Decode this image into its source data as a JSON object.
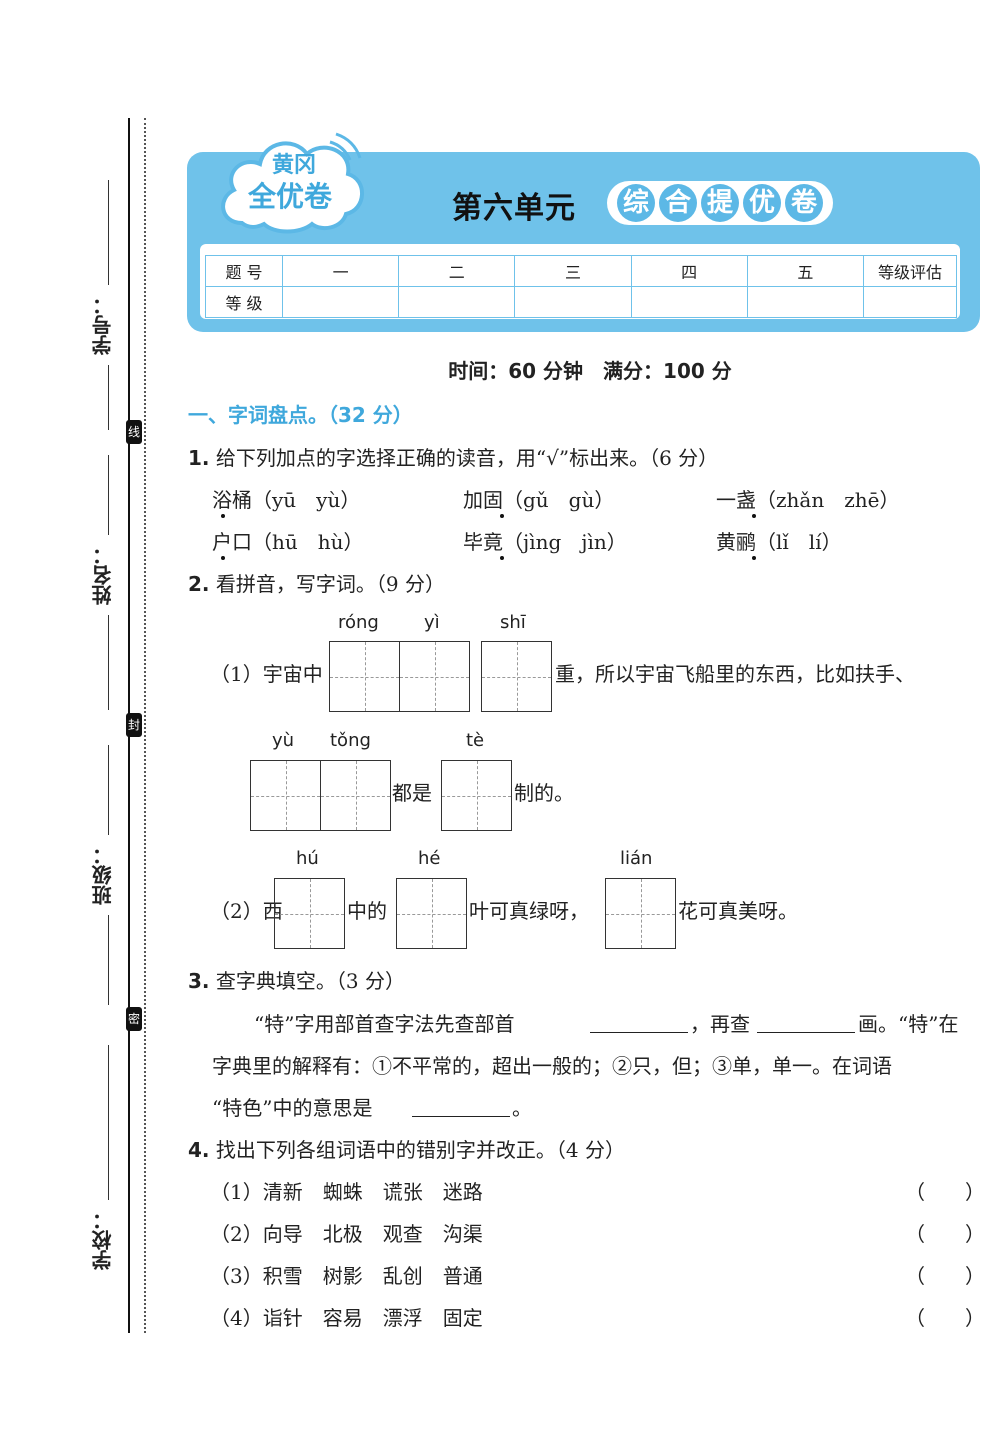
{
  "side": {
    "student_id": "学号：",
    "name": "姓名：",
    "class": "班级：",
    "school": "学校：",
    "seal_line": "线",
    "seal_seal": "封",
    "seal_secret": "密"
  },
  "brand": {
    "line1": "黄冈",
    "line2": "全优卷"
  },
  "header": {
    "unit": "第六单元",
    "badge": [
      "综",
      "合",
      "提",
      "优",
      "卷"
    ],
    "colors": {
      "banner": "#6fc2ea",
      "badge_circle": "#5cb8e6",
      "section_title": "#3fa8dc"
    }
  },
  "score_table": {
    "row1": [
      "题  号",
      "一",
      "二",
      "三",
      "四",
      "五",
      "等级评估"
    ],
    "row2": [
      "等  级",
      "",
      "",
      "",
      "",
      "",
      ""
    ]
  },
  "meta": "时间：60 分钟　满分：100 分",
  "section1": "一、字词盘点。（32 分）",
  "q1": {
    "title_num": "1.",
    "title": "给下列加点的字选择正确的读音，用“√”标出来。（6 分）",
    "items": [
      "浴桶（yū　yù）",
      "加固（gǔ　gù）",
      "一盏（zhǎn　zhē）",
      "户口（hū　hù）",
      "毕竟（jìng　jìn）",
      "黄鹂（lǐ　lí）"
    ]
  },
  "q2": {
    "title_num": "2.",
    "title": "看拼音，写字词。（9 分）",
    "p1_prefix": "（1）宇宙中",
    "p1_mid": "重，所以宇宙飞船里的东西，比如扶手、",
    "p1_mid2": "都是",
    "p1_end": "制的。",
    "py": [
      "róng",
      "yì",
      "shī",
      "yù",
      "tǒng",
      "tè",
      "hú",
      "hé",
      "lián"
    ],
    "p2_prefix": "（2）西",
    "p2_a": "中的",
    "p2_b": "叶可真绿呀，",
    "p2_c": "花可真美呀。"
  },
  "q3": {
    "title_num": "3.",
    "title": "查字典填空。（3 分）",
    "l1a": "“特”字用部首查字法先查部首",
    "l1b": "，再查",
    "l1c": "画。“特”在",
    "l2": "字典里的解释有：①不平常的，超出一般的；②只，但；③单，单一。在词语",
    "l3a": "“特色”中的意思是",
    "l3b": "。"
  },
  "q4": {
    "title_num": "4.",
    "title": "找出下列各组词语中的错别字并改正。（4 分）",
    "rows": [
      {
        "label": "（1）清新　蜘蛛　谎张　迷路",
        "paren": "（　　）"
      },
      {
        "label": "（2）向导　北极　观查　沟渠",
        "paren": "（　　）"
      },
      {
        "label": "（3）积雪　树影　乱创　普通",
        "paren": "（　　）"
      },
      {
        "label": "（4）诣针　容易　漂浮　固定",
        "paren": "（　　）"
      }
    ]
  }
}
